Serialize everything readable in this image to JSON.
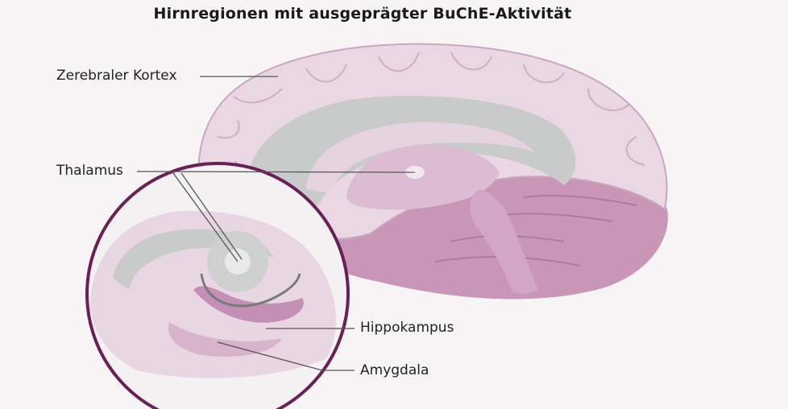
{
  "title": "Hirnregionen mit ausgeprägter BuChE-Aktivität",
  "labels": {
    "cortex": "Zerebraler Kortex",
    "thalamus": "Thalamus",
    "hippocampus": "Hippokampus",
    "amygdala": "Amygdala"
  },
  "colors": {
    "background": "#f6f4f5",
    "cortex": "#ead7e4",
    "white_matter": "#c9cbcb",
    "subcortical": "#dcbcd2",
    "cerebellum": "#c996b8",
    "brainstem": "#d3a6c6",
    "magnifier_ring": "#6a1f55",
    "leader_line": "#555555"
  }
}
